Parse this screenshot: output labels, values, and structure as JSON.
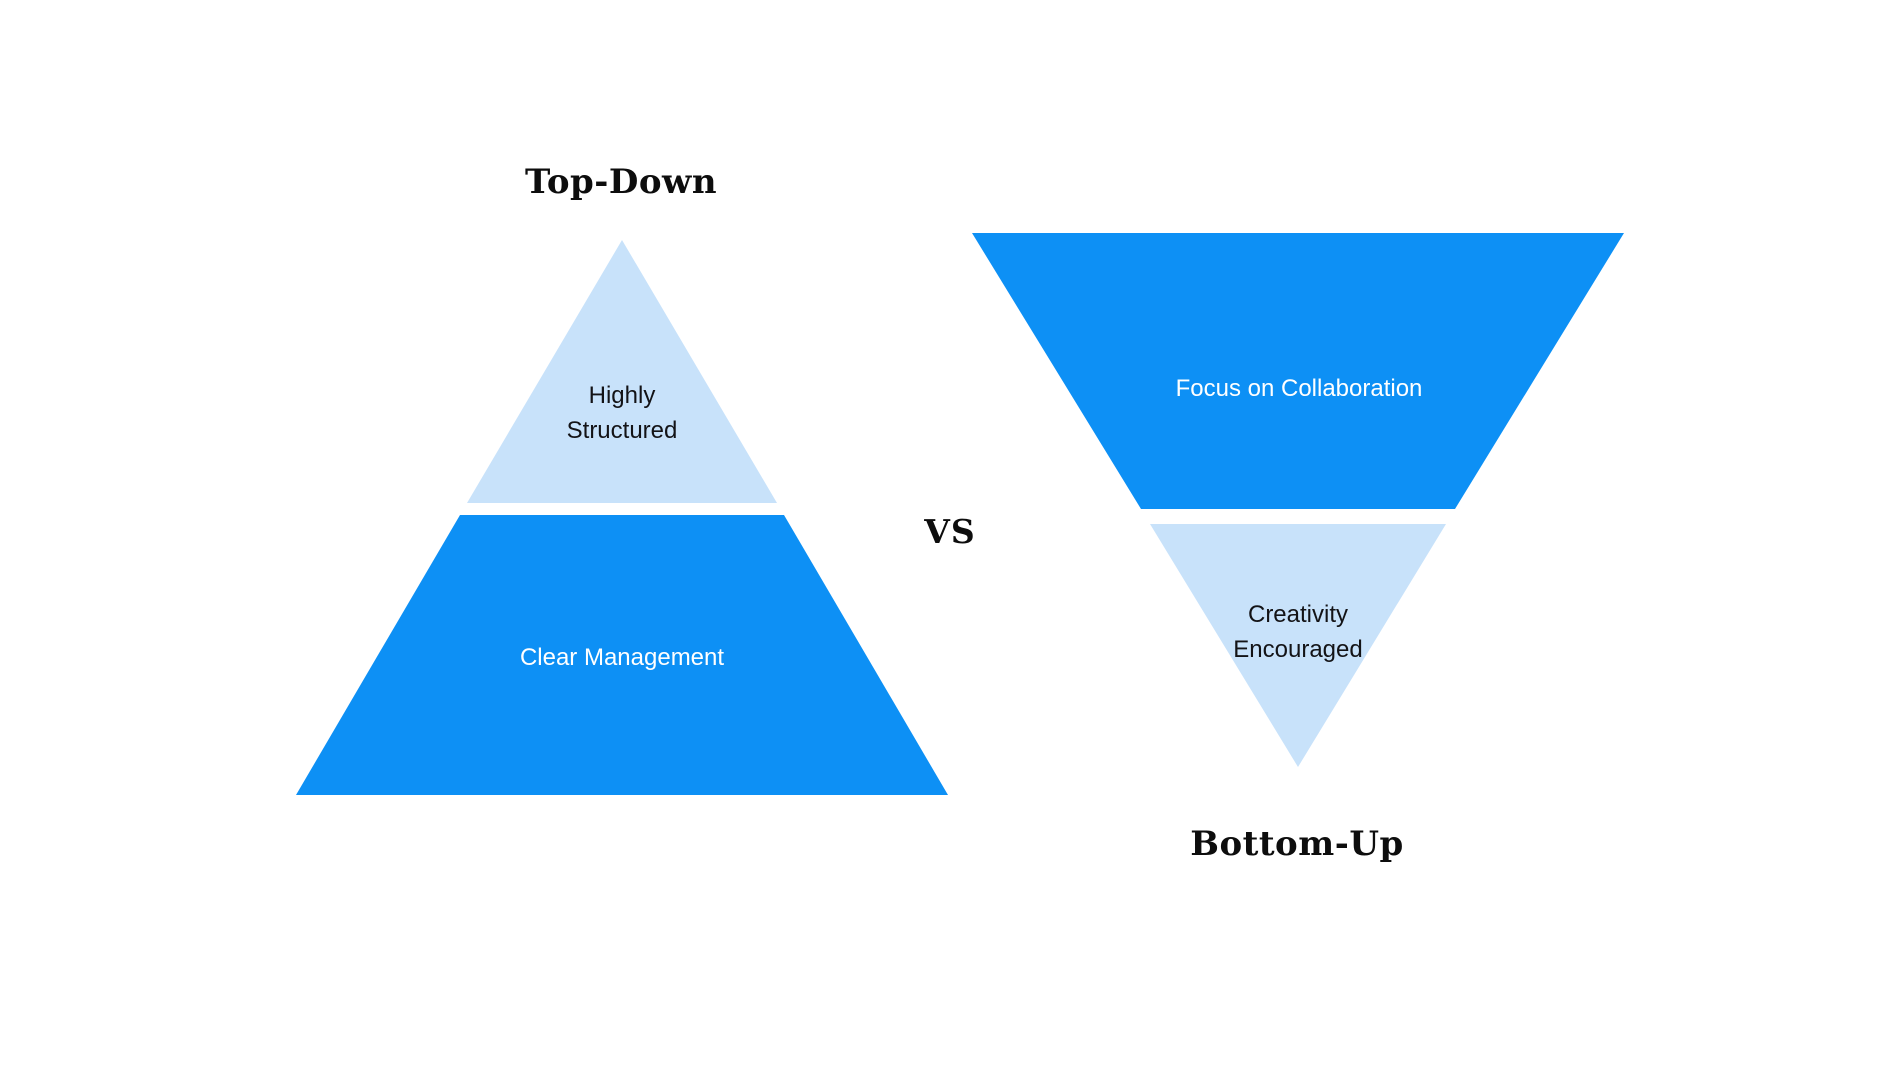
{
  "colors": {
    "primary_blue": "#0D90F5",
    "light_blue": "#C8E2FA",
    "title_text": "#0D0D0D",
    "dark_label_text": "#131316",
    "light_label_text": "#FFFFFF",
    "background": "#FFFFFF"
  },
  "left_pyramid": {
    "title": "Top-Down",
    "direction": "up",
    "top_section": {
      "label_line1": "Highly",
      "label_line2": "Structured"
    },
    "bottom_section": {
      "label": "Clear Management"
    }
  },
  "divider": {
    "label": "VS"
  },
  "right_pyramid": {
    "title": "Bottom-Up",
    "direction": "down",
    "top_section": {
      "label": "Focus on Collaboration"
    },
    "bottom_section": {
      "label_line1": "Creativity",
      "label_line2": "Encouraged"
    }
  }
}
